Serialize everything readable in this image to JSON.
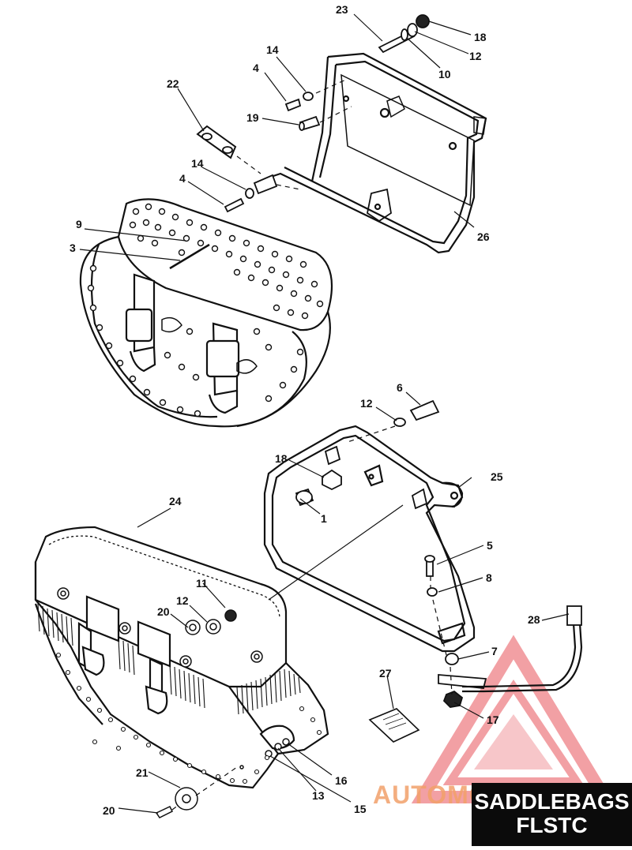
{
  "title": {
    "line1": "SADDLEBAGS",
    "line2": "FLSTC"
  },
  "watermark": {
    "text": "AUTOMOTOHUB",
    "color": "#e8535b",
    "text_color": "#f2a06a"
  },
  "callouts": [
    {
      "id": "c23a",
      "label": "23"
    },
    {
      "id": "c18a",
      "label": "18"
    },
    {
      "id": "c12a",
      "label": "12"
    },
    {
      "id": "c10",
      "label": "10"
    },
    {
      "id": "c14a",
      "label": "14"
    },
    {
      "id": "c4a",
      "label": "4"
    },
    {
      "id": "c22",
      "label": "22"
    },
    {
      "id": "c19",
      "label": "19"
    },
    {
      "id": "c14b",
      "label": "14"
    },
    {
      "id": "c4b",
      "label": "4"
    },
    {
      "id": "c9",
      "label": "9"
    },
    {
      "id": "c3",
      "label": "3"
    },
    {
      "id": "c26",
      "label": "26"
    },
    {
      "id": "c6",
      "label": "6"
    },
    {
      "id": "c12b",
      "label": "12"
    },
    {
      "id": "c18b",
      "label": "18"
    },
    {
      "id": "c25",
      "label": "25"
    },
    {
      "id": "c1",
      "label": "1"
    },
    {
      "id": "c24",
      "label": "24"
    },
    {
      "id": "c5",
      "label": "5"
    },
    {
      "id": "c11",
      "label": "11"
    },
    {
      "id": "c8",
      "label": "8"
    },
    {
      "id": "c12c",
      "label": "12"
    },
    {
      "id": "c20a",
      "label": "20"
    },
    {
      "id": "c28",
      "label": "28"
    },
    {
      "id": "c7",
      "label": "7"
    },
    {
      "id": "c27",
      "label": "27"
    },
    {
      "id": "c17",
      "label": "17"
    },
    {
      "id": "c21",
      "label": "21"
    },
    {
      "id": "c16",
      "label": "16"
    },
    {
      "id": "c13",
      "label": "13"
    },
    {
      "id": "c20b",
      "label": "20"
    },
    {
      "id": "c15",
      "label": "15"
    }
  ]
}
